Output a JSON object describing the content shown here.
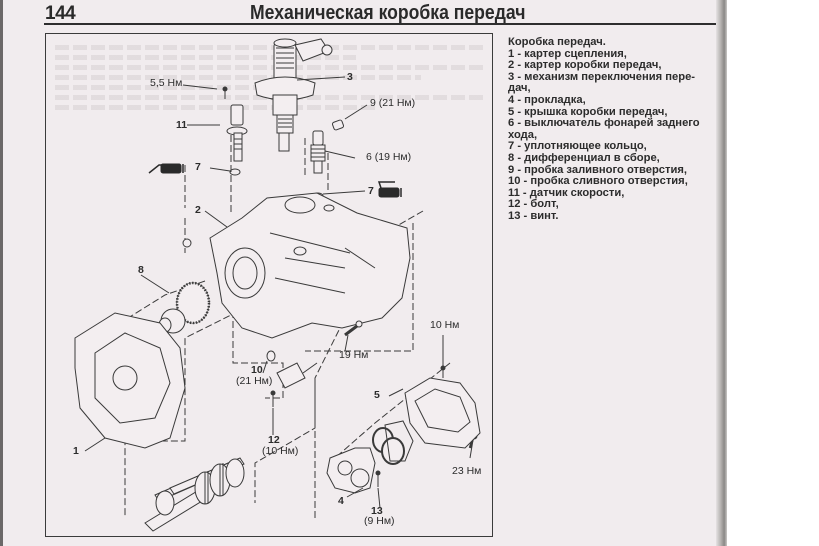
{
  "header": {
    "page_number": "144",
    "title": "Механическая коробка передач"
  },
  "caption": {
    "title": "Коробка передач.",
    "items": [
      "1 - картер сцепления,",
      "2 - картер коробки передач,",
      "3 - механизм переключения пере-",
      "дач,",
      "4 - прокладка,",
      "5 - крышка коробки передач,",
      "6 - выключатель фонарей заднего",
      "хода,",
      "7 - уплотняющее кольцо,",
      "8 - дифференциал в сборе,",
      "9 - пробка заливного отверстия,",
      "10 - пробка сливного отверстия,",
      "11 - датчик скорости,",
      "12 - болт,",
      "13 - винт."
    ]
  },
  "diagram": {
    "callouts": {
      "torque_5_5": "5,5 Нм",
      "part_3": "3",
      "part_9": "9 (21 Нм)",
      "part_11": "11",
      "part_6": "6 (19 Нм)",
      "part_7_left": "7",
      "part_7_right": "7",
      "part_2": "2",
      "part_8": "8",
      "torque_10_top": "10 Нм",
      "torque_19": "19 Нм",
      "part_10": "10",
      "part_10_torque": "(21 Нм)",
      "part_5": "5",
      "part_1": "1",
      "part_12": "12",
      "part_12_torque": "(10 Нм)",
      "torque_23": "23 Нм",
      "part_4": "4",
      "part_13": "13",
      "part_13_torque": "(9 Нм)"
    },
    "icons": [
      "grease-gun-icon",
      "grease-gun-icon"
    ]
  }
}
